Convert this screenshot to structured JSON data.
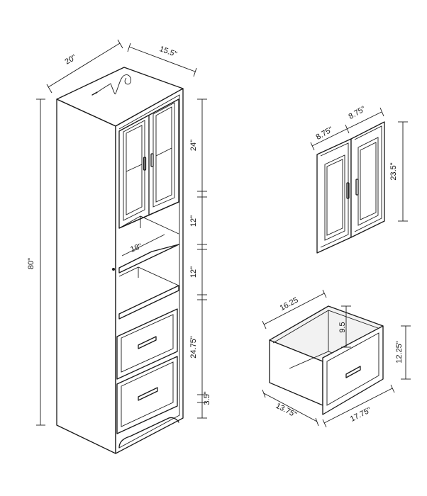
{
  "labels": {
    "cabinet_width": "20\"",
    "cabinet_depth": "15.5\"",
    "cabinet_height": "80\"",
    "door_section_height": "24\"",
    "upper_shelf_height": "12\"",
    "lower_shelf_height": "12\"",
    "drawer_section_height": "24.75\"",
    "base_height": "3.5\"",
    "shelf_width": "18\"",
    "door_left_width": "8.75\"",
    "door_right_width": "8.75\"",
    "door_height": "23.5\"",
    "drawer_width": "16.25",
    "drawer_inner_height": "9.5",
    "drawer_front_height": "12.25\"",
    "drawer_depth": "13.75\"",
    "drawer_front_width": "17.75\""
  }
}
